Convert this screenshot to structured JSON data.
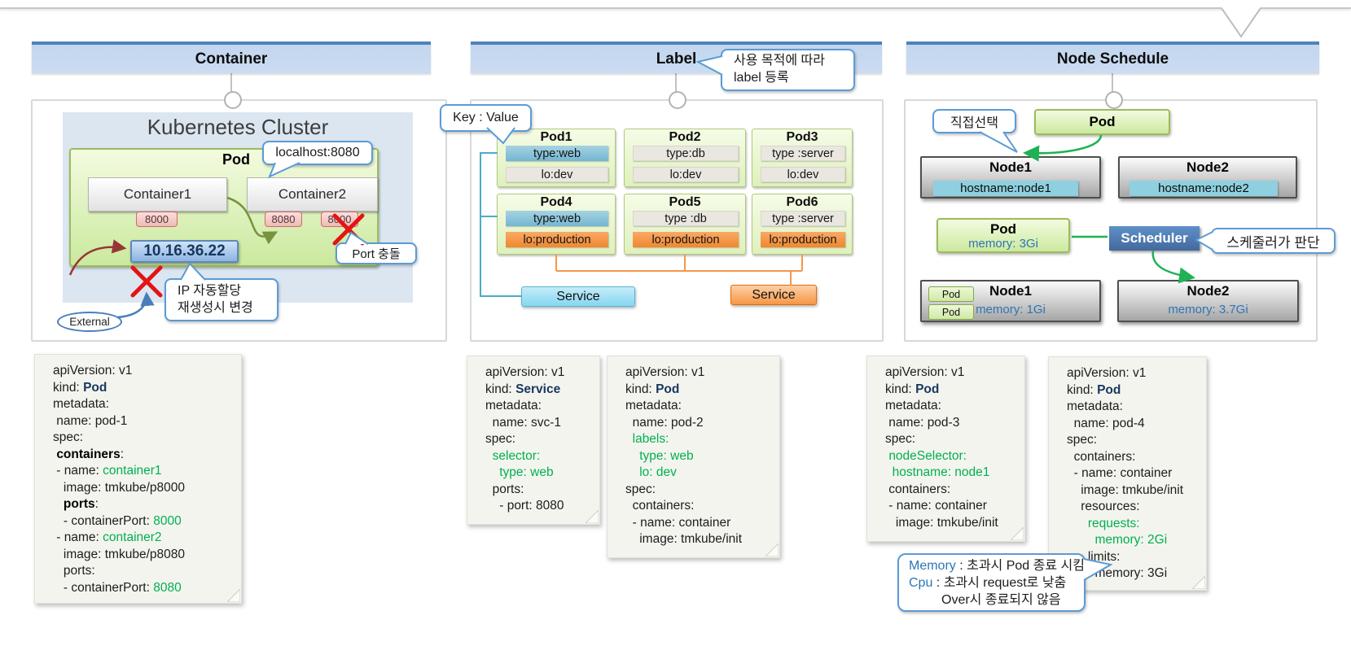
{
  "colors": {
    "header_accent": "#4f81bd",
    "header_bg": "#c9dbf3",
    "cluster_bg": "#dce6f1",
    "pod_green_border": "#9cbc5c",
    "callout_border": "#5b9bd5",
    "error_red": "#e21414",
    "badge_blue": "#74b6d0",
    "badge_orange": "#f0872f",
    "service_blue": "#86d7f1",
    "service_orange": "#f79646",
    "scheduler_blue": "#4f81bd",
    "memory_text_blue": "#2e75b6",
    "yaml_keyword_navy": "#17375e",
    "yaml_green": "#00b050"
  },
  "headers": {
    "container": "Container",
    "label": "Label",
    "node_schedule": "Node Schedule"
  },
  "container_section": {
    "cluster_title": "Kubernetes Cluster",
    "pod_label": "Pod",
    "container1": "Container1",
    "container2": "Container2",
    "ports": [
      "8000",
      "8080",
      "8000"
    ],
    "ip_address": "10.16.36.22",
    "callout_localhost": "localhost:8080",
    "callout_port_conflict": "Port 충돌",
    "callout_ip_line1": "IP 자동할당",
    "callout_ip_line2": "재생성시 변경",
    "external_label": "External"
  },
  "label_section": {
    "callout_register_line1": "사용 목적에 따라",
    "callout_register_line2": "label 등록",
    "callout_keyvalue": "Key : Value",
    "pods": [
      {
        "name": "Pod1",
        "badges": [
          {
            "text": "type:web",
            "style": "blue"
          },
          {
            "text": "lo:dev",
            "style": "gray"
          }
        ]
      },
      {
        "name": "Pod2",
        "badges": [
          {
            "text": "type:db",
            "style": "gray"
          },
          {
            "text": "lo:dev",
            "style": "gray"
          }
        ]
      },
      {
        "name": "Pod3",
        "badges": [
          {
            "text": "type :server",
            "style": "gray"
          },
          {
            "text": "lo:dev",
            "style": "gray"
          }
        ]
      },
      {
        "name": "Pod4",
        "badges": [
          {
            "text": "type:web",
            "style": "blue"
          },
          {
            "text": "lo:production",
            "style": "orange"
          }
        ]
      },
      {
        "name": "Pod5",
        "badges": [
          {
            "text": "type :db",
            "style": "gray"
          },
          {
            "text": "lo:production",
            "style": "orange"
          }
        ]
      },
      {
        "name": "Pod6",
        "badges": [
          {
            "text": "type :server",
            "style": "gray"
          },
          {
            "text": "lo:production",
            "style": "orange"
          }
        ]
      }
    ],
    "services": [
      {
        "label": "Service",
        "style": "blue"
      },
      {
        "label": "Service",
        "style": "orange"
      }
    ]
  },
  "node_section": {
    "callout_direct": "직접선택",
    "pod_top_label": "Pod",
    "nodes_row1": [
      {
        "name": "Node1",
        "hostname": "hostname:node1"
      },
      {
        "name": "Node2",
        "hostname": "hostname:node2"
      }
    ],
    "pod_mid": {
      "label": "Pod",
      "memory": "memory: 3Gi"
    },
    "scheduler_label": "Scheduler",
    "callout_scheduler": "스케줄러가 판단",
    "nodes_row2": [
      {
        "name": "Node1",
        "memory": "memory: 1Gi",
        "pods": [
          "Pod",
          "Pod"
        ]
      },
      {
        "name": "Node2",
        "memory": "memory: 3.7Gi",
        "pods": []
      }
    ]
  },
  "notes": [
    {
      "id": "pod-1-yaml",
      "lines": [
        [
          {
            "t": "apiVersion: v1"
          }
        ],
        [
          {
            "t": "kind: "
          },
          {
            "t": "Pod",
            "s": "kw"
          }
        ],
        [
          {
            "t": "metadata:"
          }
        ],
        [
          {
            "t": " name: pod-1"
          }
        ],
        [
          {
            "t": "spec:"
          }
        ],
        [
          {
            "t": " "
          },
          {
            "t": "containers",
            "s": "bold"
          },
          {
            "t": ":"
          }
        ],
        [
          {
            "t": " - name: "
          },
          {
            "t": "container1",
            "s": "green"
          }
        ],
        [
          {
            "t": "   image: tmkube/p8000"
          }
        ],
        [
          {
            "t": "   "
          },
          {
            "t": "ports",
            "s": "bold"
          },
          {
            "t": ":"
          }
        ],
        [
          {
            "t": "   - containerPort: "
          },
          {
            "t": "8000",
            "s": "green"
          }
        ],
        [
          {
            "t": " - name: "
          },
          {
            "t": "container2",
            "s": "green"
          }
        ],
        [
          {
            "t": "   image: tmkube/p8080"
          }
        ],
        [
          {
            "t": "   ports:"
          }
        ],
        [
          {
            "t": "   - containerPort: "
          },
          {
            "t": "8080",
            "s": "green"
          }
        ]
      ]
    },
    {
      "id": "svc-1-yaml",
      "lines": [
        [
          {
            "t": "apiVersion: v1"
          }
        ],
        [
          {
            "t": "kind: "
          },
          {
            "t": "Service",
            "s": "kw"
          }
        ],
        [
          {
            "t": "metadata:"
          }
        ],
        [
          {
            "t": "  name: svc-1"
          }
        ],
        [
          {
            "t": "spec:"
          }
        ],
        [
          {
            "t": "  "
          },
          {
            "t": "selector:",
            "s": "green"
          }
        ],
        [
          {
            "t": "    "
          },
          {
            "t": "type: web",
            "s": "green"
          }
        ],
        [
          {
            "t": "  ports:"
          }
        ],
        [
          {
            "t": "    - port: 8080"
          }
        ]
      ]
    },
    {
      "id": "pod-2-yaml",
      "lines": [
        [
          {
            "t": "apiVersion: v1"
          }
        ],
        [
          {
            "t": "kind: "
          },
          {
            "t": "Pod",
            "s": "kw"
          }
        ],
        [
          {
            "t": "metadata:"
          }
        ],
        [
          {
            "t": "  name: pod-2"
          }
        ],
        [
          {
            "t": "  "
          },
          {
            "t": "labels:",
            "s": "green"
          }
        ],
        [
          {
            "t": "    "
          },
          {
            "t": "type: web",
            "s": "green"
          }
        ],
        [
          {
            "t": "    "
          },
          {
            "t": "lo: dev",
            "s": "green"
          }
        ],
        [
          {
            "t": "spec:"
          }
        ],
        [
          {
            "t": "  containers:"
          }
        ],
        [
          {
            "t": "  - name: container"
          }
        ],
        [
          {
            "t": "    image: tmkube/init"
          }
        ]
      ]
    },
    {
      "id": "pod-3-yaml",
      "lines": [
        [
          {
            "t": "apiVersion: v1"
          }
        ],
        [
          {
            "t": "kind: "
          },
          {
            "t": "Pod",
            "s": "kw"
          }
        ],
        [
          {
            "t": "metadata:"
          }
        ],
        [
          {
            "t": " name: pod-3"
          }
        ],
        [
          {
            "t": "spec:"
          }
        ],
        [
          {
            "t": " "
          },
          {
            "t": "nodeSelector:",
            "s": "green"
          }
        ],
        [
          {
            "t": "  "
          },
          {
            "t": "hostname: node1",
            "s": "green"
          }
        ],
        [
          {
            "t": " containers:"
          }
        ],
        [
          {
            "t": " - name: container"
          }
        ],
        [
          {
            "t": "   image: tmkube/init"
          }
        ]
      ]
    },
    {
      "id": "pod-4-yaml",
      "lines": [
        [
          {
            "t": "apiVersion: v1"
          }
        ],
        [
          {
            "t": "kind: "
          },
          {
            "t": "Pod",
            "s": "kw"
          }
        ],
        [
          {
            "t": "metadata:"
          }
        ],
        [
          {
            "t": "  name: pod-4"
          }
        ],
        [
          {
            "t": "spec:"
          }
        ],
        [
          {
            "t": "  containers:"
          }
        ],
        [
          {
            "t": "  - name: container"
          }
        ],
        [
          {
            "t": "    image: tmkube/init"
          }
        ],
        [
          {
            "t": "    resources:"
          }
        ],
        [
          {
            "t": "      "
          },
          {
            "t": "requests:",
            "s": "green"
          }
        ],
        [
          {
            "t": "        "
          },
          {
            "t": "memory: 2Gi",
            "s": "green"
          }
        ],
        [
          {
            "t": "      limits:"
          }
        ],
        [
          {
            "t": "        memory: 3Gi"
          }
        ]
      ]
    }
  ],
  "memory_callout": {
    "lines": [
      [
        {
          "t": "Memory",
          "s": "blue"
        },
        {
          "t": " : 초과시 Pod 종료 시킴"
        }
      ],
      [
        {
          "t": "Cpu",
          "s": "blue"
        },
        {
          "t": " : 초과시 request로 낮춤"
        }
      ],
      [
        {
          "t": "         Over시 종료되지 않음"
        }
      ]
    ]
  }
}
